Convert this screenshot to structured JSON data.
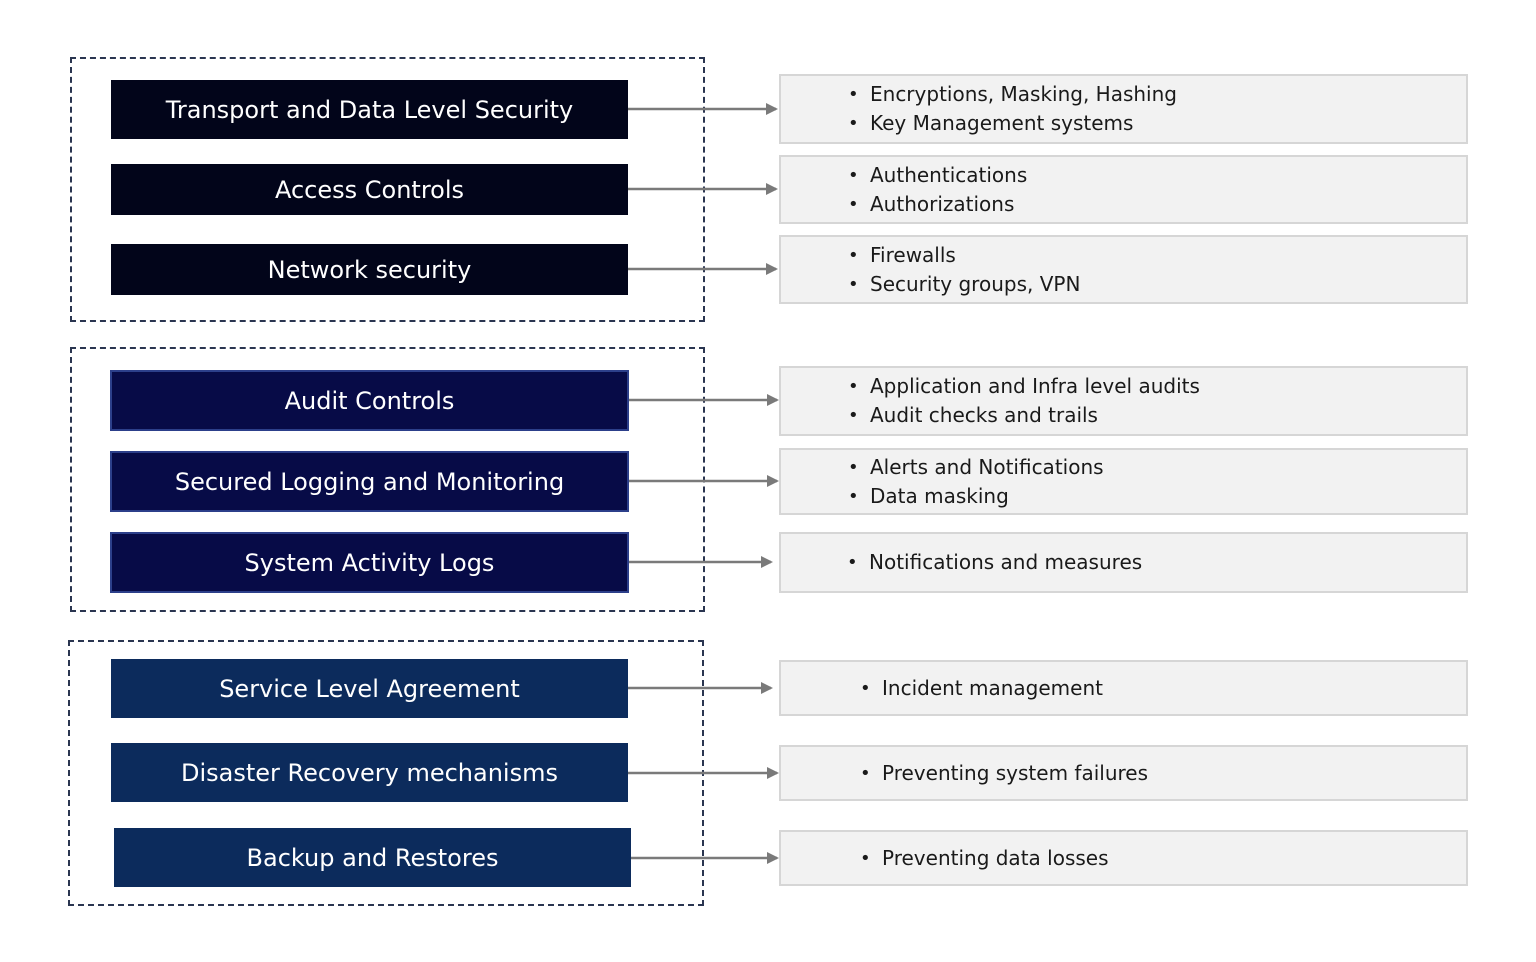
{
  "colors": {
    "group_border": "#2a3550",
    "category_fill_group1": "#02051a",
    "category_fill_group2": "#070b47",
    "category_fill_group3": "#0c2b5c",
    "detail_fill": "#f2f2f2",
    "detail_border": "#d6d6d6",
    "arrow": "#7a7a7a"
  },
  "groups": [
    {
      "rows": [
        {
          "category": "Transport and Data Level Security",
          "details": [
            "Encryptions, Masking, Hashing",
            "Key Management systems"
          ]
        },
        {
          "category": "Access Controls",
          "details": [
            "Authentications",
            "Authorizations"
          ]
        },
        {
          "category": "Network security",
          "details": [
            "Firewalls",
            "Security groups, VPN"
          ]
        }
      ]
    },
    {
      "rows": [
        {
          "category": "Audit Controls",
          "details": [
            "Application and Infra level audits",
            "Audit checks and trails"
          ]
        },
        {
          "category": "Secured Logging and Monitoring",
          "details": [
            "Alerts and Notifications",
            "Data masking"
          ]
        },
        {
          "category": "System Activity Logs",
          "details": [
            "Notifications and measures"
          ]
        }
      ]
    },
    {
      "rows": [
        {
          "category": "Service Level Agreement",
          "details": [
            "Incident management"
          ]
        },
        {
          "category": "Disaster Recovery mechanisms",
          "details": [
            "Preventing system failures"
          ]
        },
        {
          "category": "Backup and Restores",
          "details": [
            "Preventing data losses"
          ]
        }
      ]
    }
  ]
}
